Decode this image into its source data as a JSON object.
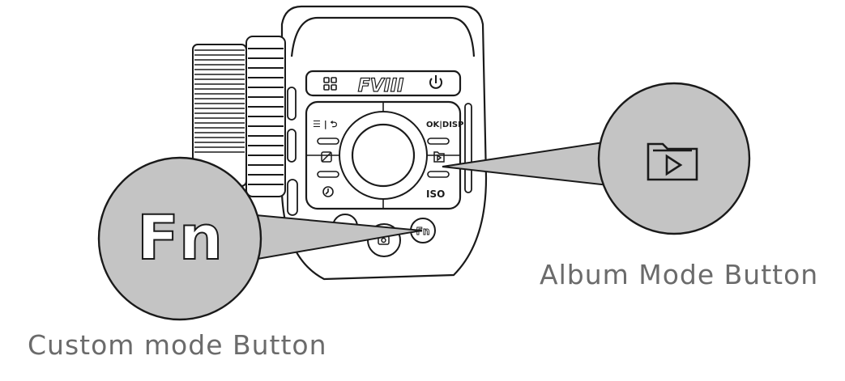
{
  "device": {
    "logo": "FVIII",
    "buttons": {
      "menu_back": "☰ | ⮌",
      "ok_disp": "OK|DISP",
      "iso": "ISO",
      "fn": "Fn"
    },
    "icons": [
      "grid-icon",
      "power-icon",
      "menu-back-icon",
      "exposure-icon",
      "album-icon",
      "timelapse-icon",
      "shutter-icon"
    ]
  },
  "callouts": {
    "album": {
      "label": "Album Mode Button",
      "icon": "album-icon"
    },
    "custom": {
      "label": "Custom mode Button",
      "text": "Fn"
    }
  },
  "colors": {
    "callout_fill": "#c4c4c4",
    "stroke": "#1a1a1a",
    "label": "#6b6b6b"
  }
}
